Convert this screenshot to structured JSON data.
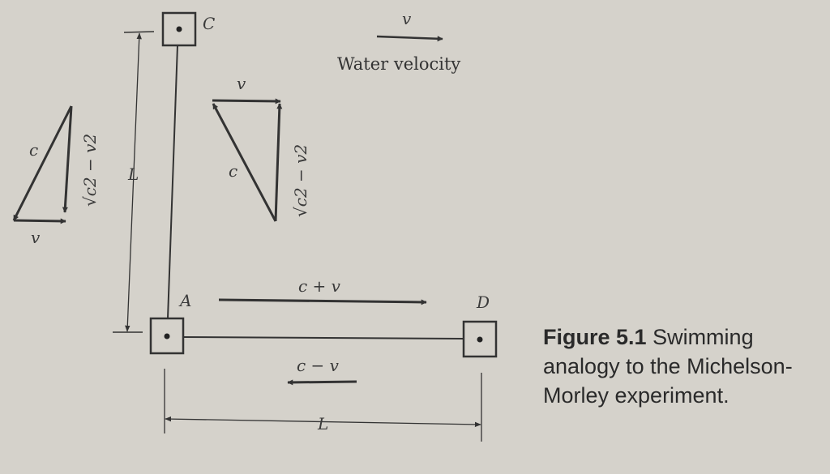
{
  "labels": {
    "C": "C",
    "A": "A",
    "D": "D",
    "L_vertical": "L",
    "L_horizontal": "L",
    "c_plus_v": "c + v",
    "c_minus_v": "c − v",
    "water_v": "v",
    "water_velocity": "Water velocity",
    "left_triangle": {
      "c": "c",
      "v": "v",
      "perp": "√c2 − v2"
    },
    "mid_triangle": {
      "c": "c",
      "v": "v",
      "perp": "√c2 − v2"
    }
  },
  "caption": {
    "figure_number": "Figure 5.1",
    "text": "Swimming analogy to the Michelson-Morley experiment."
  },
  "colors": {
    "background": "#d5d2cb",
    "ink": "#333333"
  }
}
